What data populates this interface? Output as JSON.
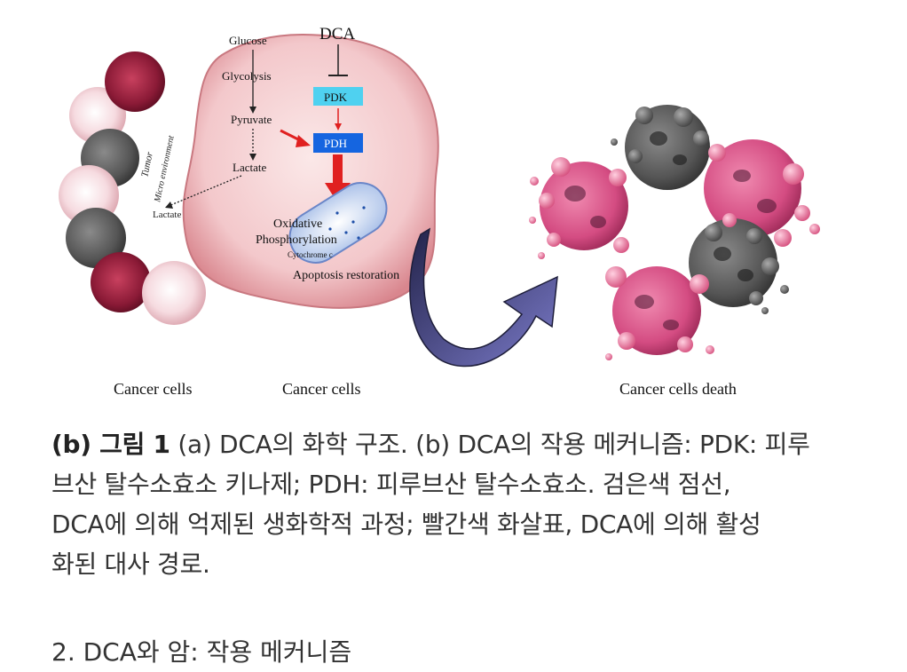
{
  "figure": {
    "labels": {
      "dca": "DCA",
      "glucose": "Glucose",
      "glycolysis": "Glycolysis",
      "pyruvate": "Pyruvate",
      "lactate_inner": "Lactate",
      "lactate_outer": "Lactate",
      "pdk": "PDK",
      "pdh": "PDH",
      "oxidative": "Oxidative",
      "phosphorylation": "Phosphorylation",
      "cytochrome": "Cytochrome c",
      "apoptosis": "Apoptosis restoration",
      "tumor": "Tumor",
      "micro_env": "Micro environment"
    },
    "panel_captions": {
      "left": "Cancer cells",
      "center": "Cancer cells",
      "right": "Cancer cells death"
    },
    "colors": {
      "pdk_box": "#4fd1f0",
      "pdh_box": "#1565e0",
      "activation_arrow": "#e02020",
      "big_arrow": "#5a5aa0",
      "cell_membrane": "#f2c9cc",
      "dead_cell_pink": "#d44c82",
      "dead_cell_gray": "#555555"
    }
  },
  "caption": {
    "label": "(b) 그림 1",
    "line1": " (a) DCA의 화학 구조. (b) DCA의 작용 메커니즘: PDK: 피루",
    "line2": "브산 탈수소효소 키나제; PDH: 피루브산 탈수소효소. 검은색 점선,",
    "line3": "DCA에 의해 억제된 생화학적 과정; 빨간색 화살표, DCA에 의해 활성",
    "line4": "화된 대사 경로."
  },
  "section_heading": "2. DCA와 암: 작용 메커니즘"
}
